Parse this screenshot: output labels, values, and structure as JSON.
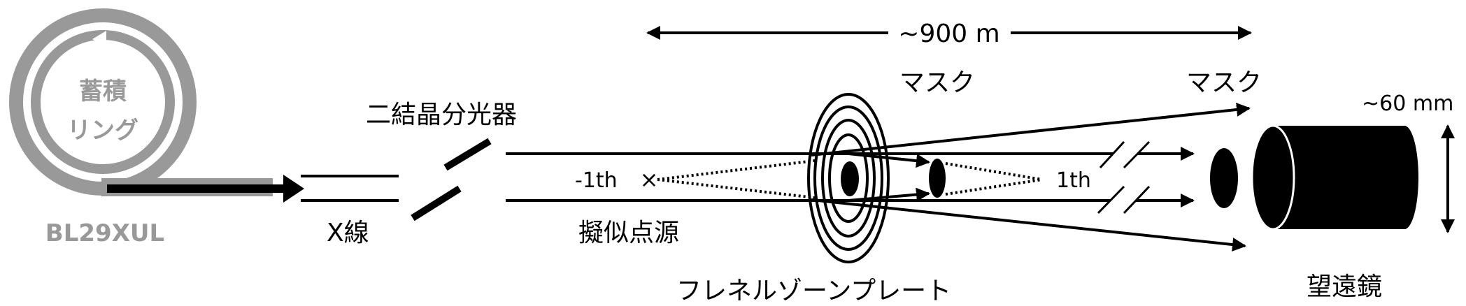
{
  "ring": {
    "line1": "蓄積",
    "line2": "リング",
    "beamline": "BL29XUL"
  },
  "labels": {
    "xray": "X線",
    "monochromator": "二結晶分光器",
    "pseudo_point_source": "擬似点源",
    "fresnel_zone_plate": "フレネルゾーンプレート",
    "mask1": "マスク",
    "mask2": "マスク",
    "telescope": "望遠鏡",
    "minus_first_order": "-1th",
    "first_order": "1th",
    "distance": "~900 m",
    "aperture": "~60 mm"
  },
  "colors": {
    "ring": "#999999",
    "ink": "#000000"
  }
}
